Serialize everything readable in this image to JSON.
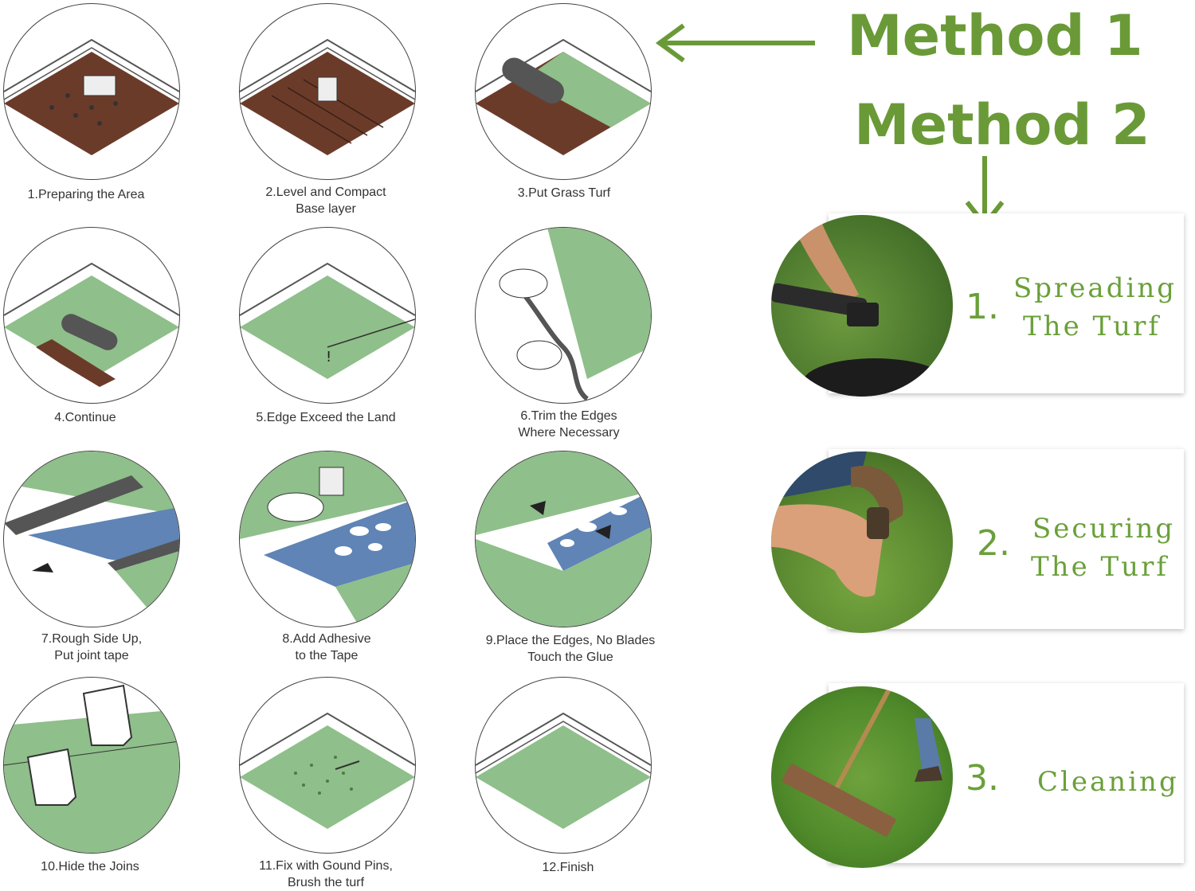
{
  "steps": [
    {
      "label_1": "1.Preparing the Area",
      "label_2": ""
    },
    {
      "label_1": "2.Level and Compact",
      "label_2": "Base layer"
    },
    {
      "label_1": "3.Put Grass Turf",
      "label_2": ""
    },
    {
      "label_1": "4.Continue",
      "label_2": ""
    },
    {
      "label_1": "5.Edge Exceed the Land",
      "label_2": ""
    },
    {
      "label_1": "6.Trim the Edges",
      "label_2": "Where Necessary"
    },
    {
      "label_1": "7.Rough Side Up,",
      "label_2": "Put joint tape"
    },
    {
      "label_1": "8.Add Adhesive",
      "label_2": "to the Tape"
    },
    {
      "label_1": "9.Place the Edges, No Blades",
      "label_2": "Touch the Glue"
    },
    {
      "label_1": "10.Hide the Joins",
      "label_2": ""
    },
    {
      "label_1": "11.Fix with Gound Pins,",
      "label_2": "Brush the turf"
    },
    {
      "label_1": "12.Finish",
      "label_2": ""
    }
  ],
  "methods": {
    "method_1": "Method 1",
    "method_2": "Method 2"
  },
  "cards": [
    {
      "number": "1.",
      "line_1": "Spreading",
      "line_2": "The Turf"
    },
    {
      "number": "2.",
      "line_1": "Securing",
      "line_2": "The Turf"
    },
    {
      "number": "3.",
      "line_1": "Cleaning",
      "line_2": ""
    }
  ],
  "colors": {
    "accent_green": "#6a9a37",
    "turf_green": "#8fbf8a",
    "soil_brown": "#6b3b2a",
    "tape_blue": "#5f84b5"
  }
}
